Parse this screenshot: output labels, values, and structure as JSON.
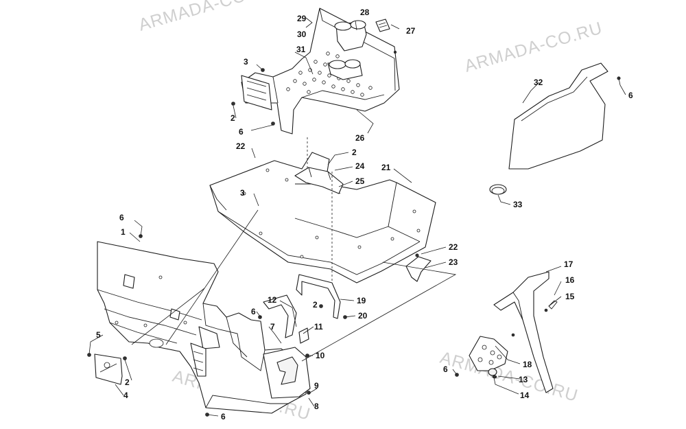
{
  "watermark_text": "ARMADA-CO.RU",
  "callout_numbers": [
    "1",
    "2",
    "3",
    "4",
    "5",
    "6",
    "7",
    "8",
    "9",
    "10",
    "11",
    "12",
    "13",
    "14",
    "15",
    "16",
    "17",
    "18",
    "19",
    "20",
    "21",
    "22",
    "23",
    "24",
    "25",
    "26",
    "27",
    "28",
    "29",
    "30",
    "31",
    "32",
    "33"
  ],
  "colors": {
    "line": "#1a1a1a",
    "watermark": "#cfcfcf",
    "background": "#ffffff"
  }
}
